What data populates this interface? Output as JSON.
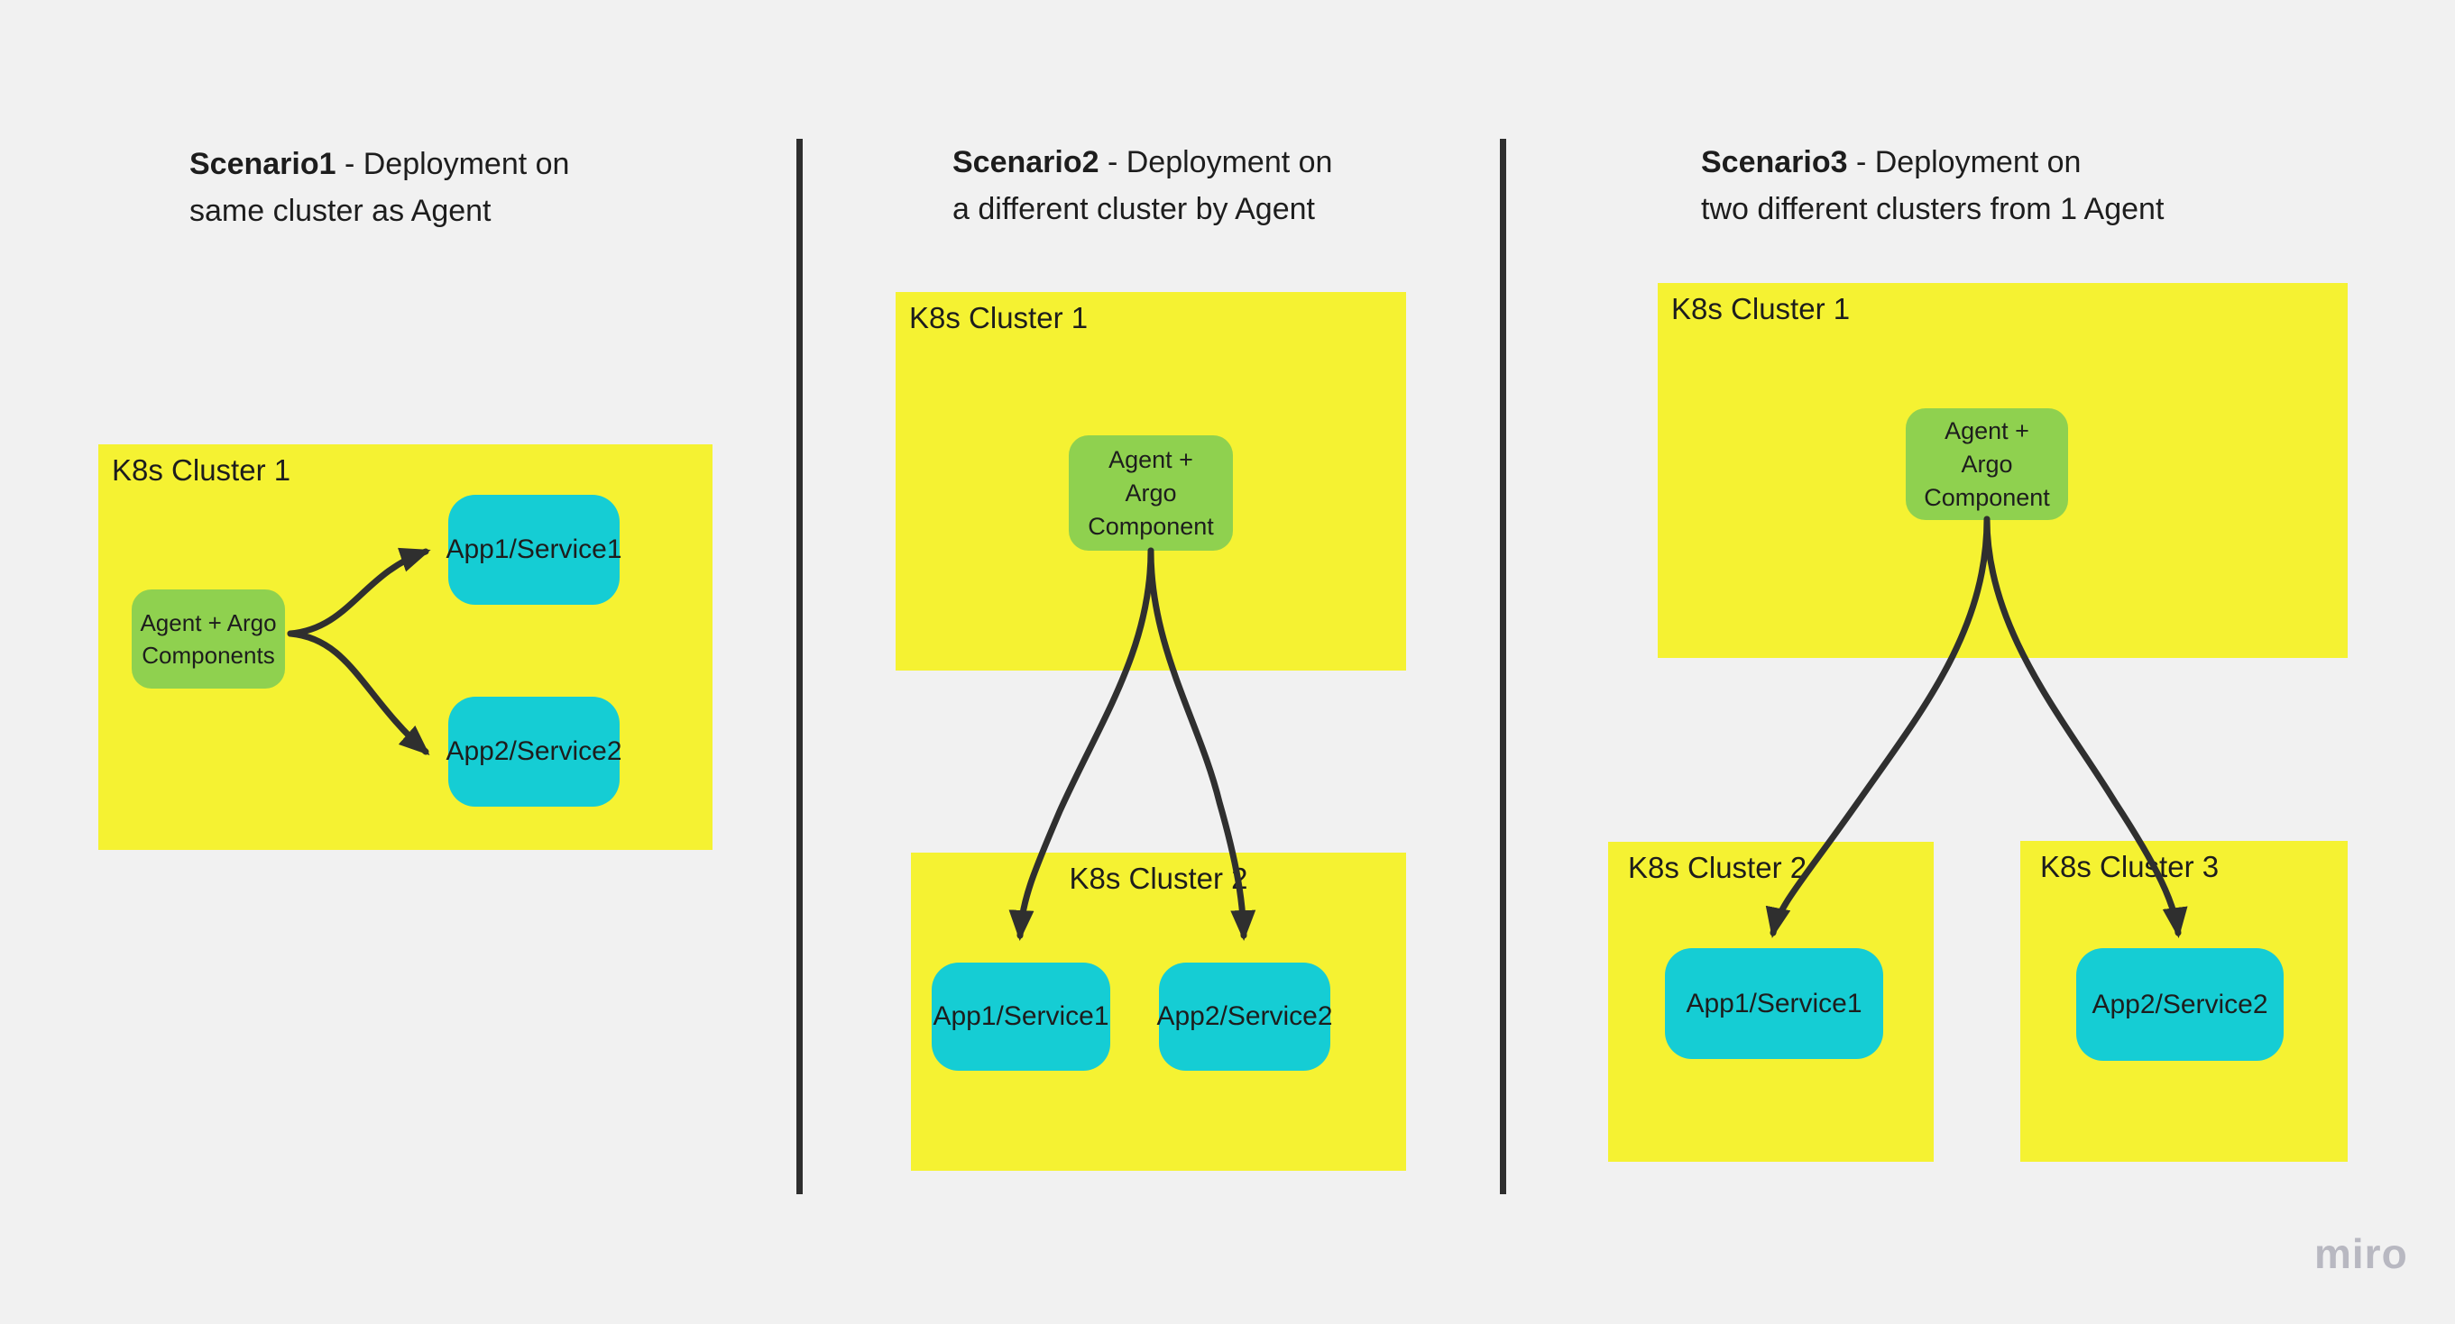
{
  "colors": {
    "background": "#f1f1f1",
    "sticky_yellow": "#f5f232",
    "sticky_green": "#8fd14f",
    "sticky_teal": "#15cdd4",
    "text": "#1d1d1d",
    "arrow": "#2f2f2f",
    "divider": "#2e2e2e",
    "watermark": "#b8b8c1"
  },
  "watermark": {
    "label": "miro"
  },
  "scenario1": {
    "title": {
      "bold": "Scenario1",
      "rest": " - Deployment on",
      "line2": "same cluster as Agent"
    },
    "cluster1_label": "K8s Cluster 1",
    "agent_line1": "Agent + Argo",
    "agent_line2": "Components",
    "app1_label": "App1/Service1",
    "app2_label": "App2/Service2"
  },
  "scenario2": {
    "title": {
      "bold": "Scenario2",
      "rest": " - Deployment on",
      "line2": "a different cluster by Agent"
    },
    "cluster1_label": "K8s Cluster 1",
    "cluster2_label": "K8s Cluster 2",
    "agent_line1": "Agent +",
    "agent_line2": "Argo",
    "agent_line3": "Component",
    "app1_label": "App1/Service1",
    "app2_label": "App2/Service2"
  },
  "scenario3": {
    "title": {
      "bold": "Scenario3",
      "rest": " - Deployment on",
      "line2": "two different clusters from 1 Agent"
    },
    "cluster1_label": "K8s Cluster 1",
    "cluster2_label": "K8s Cluster 2",
    "cluster3_label": "K8s Cluster 3",
    "agent_line1": "Agent +",
    "agent_line2": "Argo",
    "agent_line3": "Component",
    "app1_label": "App1/Service1",
    "app2_label": "App2/Service2"
  }
}
